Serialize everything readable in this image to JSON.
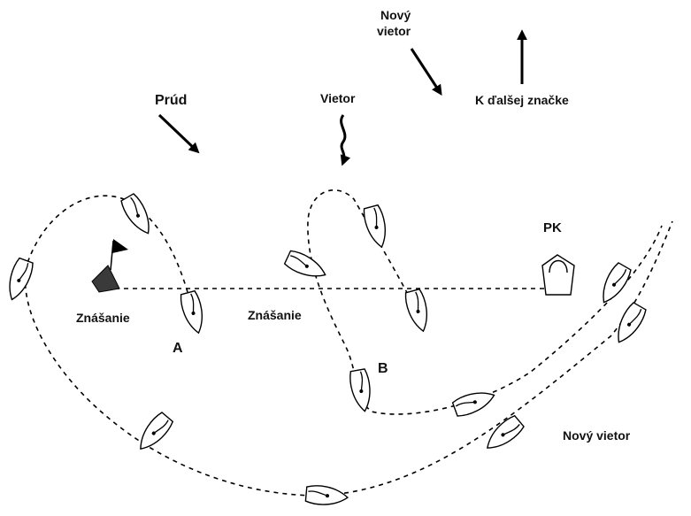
{
  "labels": {
    "current": "Prúd",
    "wind": "Vietor",
    "new_wind_top": [
      "Nový",
      "vietor"
    ],
    "next_mark": "K ďalšej značke",
    "committee": "PK",
    "layline_left": "Znášanie",
    "layline_mid": "Znášanie",
    "boat_a": "A",
    "boat_b": "B",
    "new_wind_bottom": "Nový vietor"
  },
  "colors": {
    "ink": "#000000",
    "mark_fill": "#3a3a3a",
    "background": "#ffffff"
  }
}
